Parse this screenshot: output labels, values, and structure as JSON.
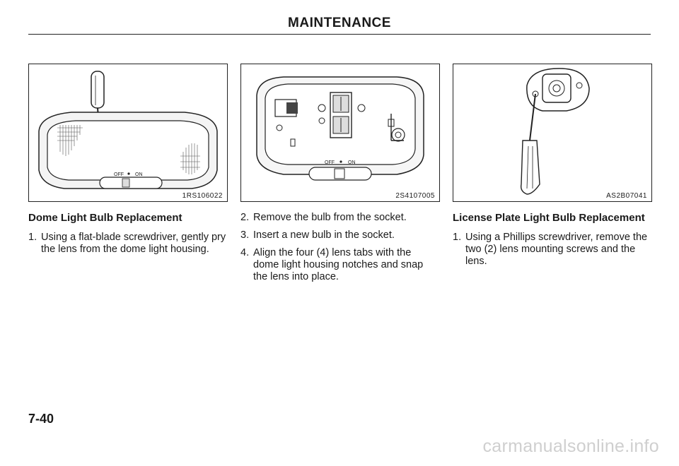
{
  "header": {
    "title": "MAINTENANCE"
  },
  "figures": [
    {
      "code": "1RS106022",
      "switch_off": "OFF",
      "switch_on": "ON"
    },
    {
      "code": "2S4107005",
      "switch_off": "OFF",
      "switch_on": "ON"
    },
    {
      "code": "AS2B07041"
    }
  ],
  "sections": {
    "dome": {
      "title": "Dome Light Bulb Replacement",
      "steps": [
        {
          "num": "1.",
          "text": "Using a flat-blade screwdriver, gently pry the lens from the dome light housing."
        },
        {
          "num": "2.",
          "text": "Remove the bulb from the socket."
        },
        {
          "num": "3.",
          "text": "Insert a new bulb in the socket."
        },
        {
          "num": "4.",
          "text": "Align the four (4) lens tabs with the dome light housing notches and snap the lens into place."
        }
      ]
    },
    "license": {
      "title": "License Plate Light Bulb Replacement",
      "steps": [
        {
          "num": "1.",
          "text": "Using a Phillips screwdriver, remove the two (2) lens mounting screws and the lens."
        }
      ]
    }
  },
  "footer": {
    "page_number": "7-40",
    "watermark": "carmanualsonline.info"
  }
}
